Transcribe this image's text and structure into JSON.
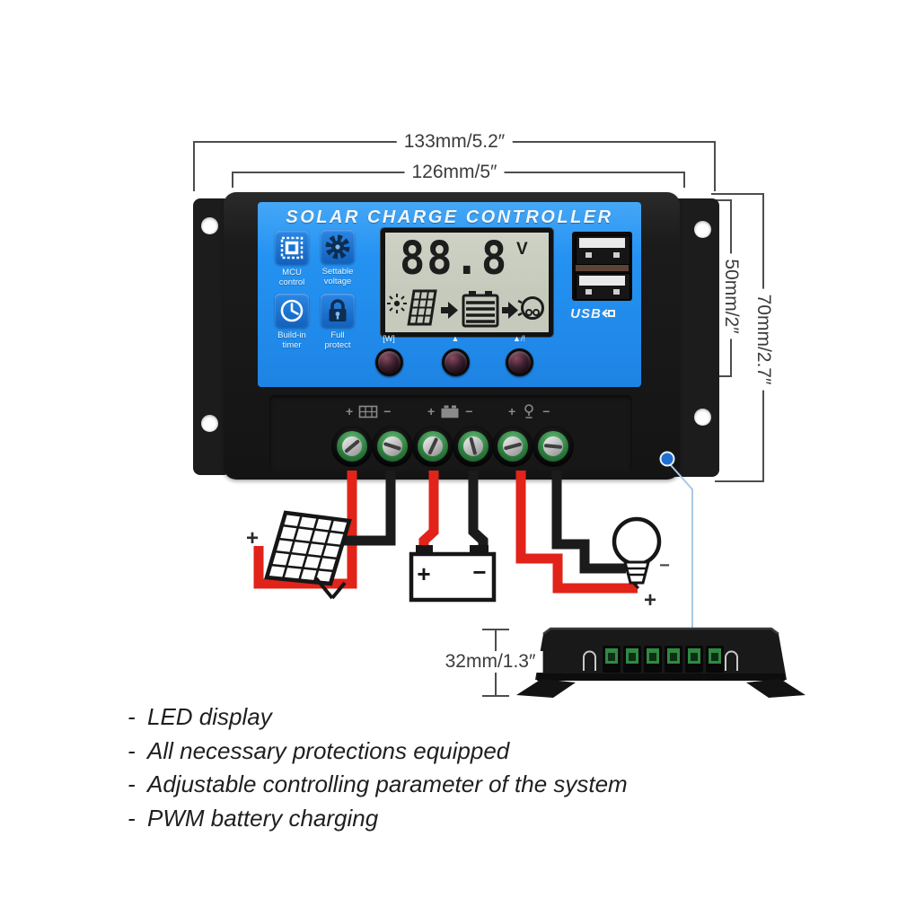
{
  "dimensions": {
    "width_outer": "133mm/5.2″",
    "width_inner": "126mm/5″",
    "height_face": "50mm/2″",
    "height_overall": "70mm/2.7″",
    "depth": "32mm/1.3″"
  },
  "device": {
    "title": "SOLAR CHARGE CONTROLLER",
    "features": [
      {
        "icon": "mcu-chip-icon",
        "line1": "MCU",
        "line2": "control"
      },
      {
        "icon": "gear-icon",
        "line1": "Settable",
        "line2": "voltage"
      },
      {
        "icon": "clock-icon",
        "line1": "Build-in",
        "line2": "timer"
      },
      {
        "icon": "lock-icon",
        "line1": "Full",
        "line2": "protect"
      }
    ],
    "lcd": {
      "value": "88.8",
      "unit": "V"
    },
    "usb_label": "USB",
    "led_labels": [
      "[W]",
      "▲",
      "▲/!"
    ],
    "terminal_groups": [
      {
        "plus": "+",
        "minus": "−",
        "icon": "solar-panel"
      },
      {
        "plus": "+",
        "minus": "−",
        "icon": "battery"
      },
      {
        "plus": "+",
        "minus": "−",
        "icon": "lamp"
      }
    ]
  },
  "wiring": {
    "solar_plus": "+",
    "battery_plus": "+",
    "battery_minus": "−",
    "load_minus": "−",
    "load_plus": "+"
  },
  "bullets": [
    {
      "bullet": "-",
      "text": "LED display"
    },
    {
      "bullet": "-",
      "text": "All necessary protections equipped"
    },
    {
      "bullet": "-",
      "text": "Adjustable controlling parameter of the system"
    },
    {
      "bullet": "-",
      "text": "PWM battery charging"
    }
  ],
  "colors": {
    "face_blue": "#2492f2",
    "wire_red": "#e2231a",
    "wire_black": "#1b1b1b",
    "callout_blue": "#1e6fd2",
    "lcd_bg": "#c6cabc",
    "device_black": "#1a1a1a",
    "terminal_green": "#2f8a42"
  }
}
